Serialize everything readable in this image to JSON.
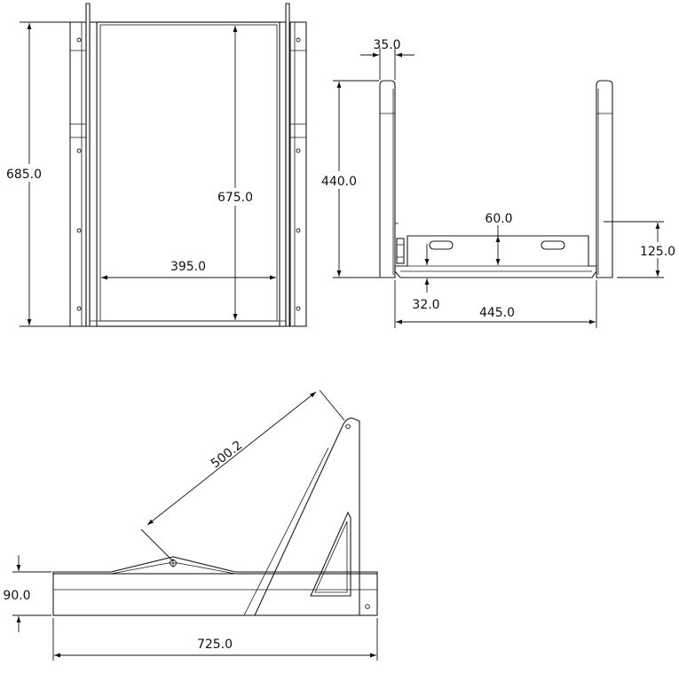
{
  "colors": {
    "line": "#1a1a1a",
    "background": "#ffffff",
    "text": "#111111"
  },
  "dimensions": {
    "front_height": "685.0",
    "inner_height": "675.0",
    "inner_width": "395.0",
    "flange": "35.0",
    "side_height": "440.0",
    "slot_height": "60.0",
    "rail_height": "125.0",
    "base_offset": "32.0",
    "side_width": "445.0",
    "diagonal": "500.2",
    "base_height": "90.0",
    "base_length": "725.0"
  }
}
